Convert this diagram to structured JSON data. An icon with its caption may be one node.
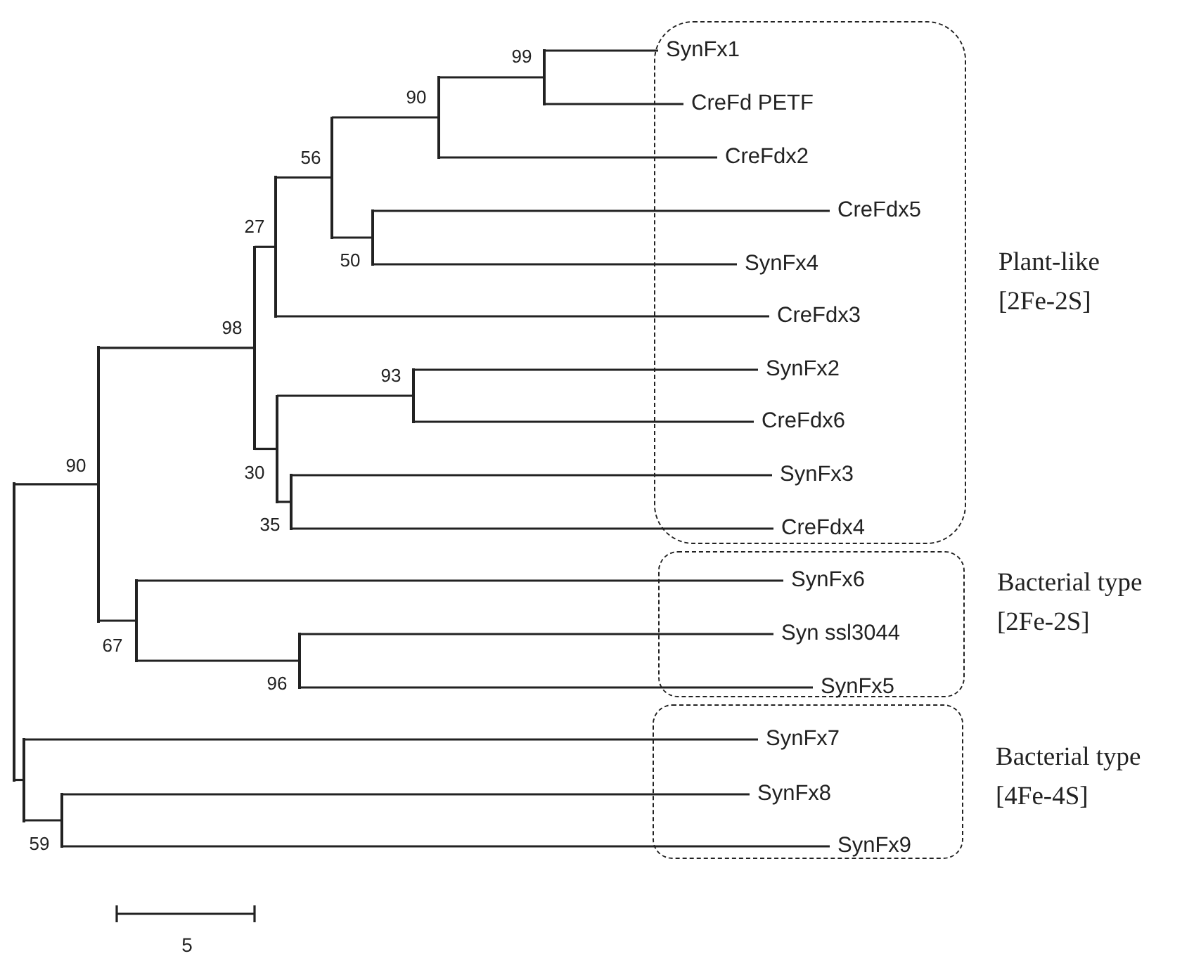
{
  "diagram": {
    "nodes": [
      {
        "text": [],
        "shape": "bar"
      },
      {
        "text": [],
        "shape": "bar",
        "beside": [
          "90"
        ]
      },
      {
        "text": [],
        "shape": "bar",
        "beside": [
          "98"
        ]
      },
      {
        "text": [],
        "shape": "bar",
        "beside": [
          "27"
        ]
      },
      {
        "text": [],
        "shape": "bar",
        "beside": [
          "56"
        ]
      },
      {
        "text": [],
        "shape": "bar",
        "beside": [
          "90"
        ]
      },
      {
        "text": [],
        "shape": "bar",
        "beside": [
          "99"
        ]
      },
      {
        "text": [],
        "shape": "bar",
        "beside": [
          "50"
        ]
      },
      {
        "text": [],
        "shape": "bar",
        "beside": [
          "30"
        ]
      },
      {
        "text": [],
        "shape": "bar",
        "beside": [
          "93"
        ]
      },
      {
        "text": [],
        "shape": "bar",
        "beside": [
          "35"
        ]
      },
      {
        "text": [],
        "shape": "bar",
        "beside": [
          "67"
        ]
      },
      {
        "text": [],
        "shape": "bar",
        "beside": [
          "96"
        ]
      },
      {
        "text": [],
        "shape": "bar"
      },
      {
        "text": [],
        "shape": "bar",
        "beside": [
          "59"
        ]
      },
      {
        "text": [
          "Plant-like [2Fe-2S]"
        ]
      },
      {
        "text": [
          "SynFx1"
        ],
        "in": 15
      },
      {
        "text": [
          "CreFd PETF"
        ],
        "in": 15
      },
      {
        "text": [
          "CreFdx2"
        ],
        "in": 15
      },
      {
        "text": [
          "CreFdx5"
        ],
        "in": 15
      },
      {
        "text": [
          "SynFx4"
        ],
        "in": 15
      },
      {
        "text": [
          "CreFdx3"
        ],
        "in": 15
      },
      {
        "text": [
          "SynFx2"
        ],
        "in": 15
      },
      {
        "text": [
          "CreFdx6"
        ],
        "in": 15
      },
      {
        "text": [
          "SynFx3"
        ],
        "in": 15
      },
      {
        "text": [
          "CreFdx4"
        ],
        "in": 15
      },
      {
        "text": [
          "Bacterial type [2Fe-2S]"
        ]
      },
      {
        "text": [
          "SynFx6"
        ],
        "in": 26
      },
      {
        "text": [
          "Syn ssl3044"
        ],
        "in": 26
      },
      {
        "text": [
          "SynFx5"
        ],
        "in": 26
      },
      {
        "text": [
          "Bacterial type [4Fe-4S]"
        ]
      },
      {
        "text": [
          "SynFx7"
        ],
        "in": 30
      },
      {
        "text": [
          "SynFx8"
        ],
        "in": 30
      },
      {
        "text": [
          "SynFx9"
        ],
        "in": 30
      }
    ],
    "edges": [
      {
        "from": 0,
        "to": 1,
        "arrow": "none"
      },
      {
        "from": 0,
        "to": 13,
        "arrow": "none"
      },
      {
        "from": 1,
        "to": 2,
        "arrow": "none"
      },
      {
        "from": 1,
        "to": 11,
        "arrow": "none"
      },
      {
        "from": 2,
        "to": 3,
        "arrow": "none"
      },
      {
        "from": 2,
        "to": 8,
        "arrow": "none"
      },
      {
        "from": 3,
        "to": 4,
        "arrow": "none"
      },
      {
        "from": 3,
        "to": 21,
        "arrow": "none"
      },
      {
        "from": 4,
        "to": 5,
        "arrow": "none"
      },
      {
        "from": 4,
        "to": 7,
        "arrow": "none"
      },
      {
        "from": 5,
        "to": 6,
        "arrow": "none"
      },
      {
        "from": 5,
        "to": 18,
        "arrow": "none"
      },
      {
        "from": 6,
        "to": 16,
        "arrow": "none"
      },
      {
        "from": 6,
        "to": 17,
        "arrow": "none"
      },
      {
        "from": 7,
        "to": 19,
        "arrow": "none"
      },
      {
        "from": 7,
        "to": 20,
        "arrow": "none"
      },
      {
        "from": 8,
        "to": 9,
        "arrow": "none"
      },
      {
        "from": 8,
        "to": 10,
        "arrow": "none"
      },
      {
        "from": 9,
        "to": 22,
        "arrow": "none"
      },
      {
        "from": 9,
        "to": 23,
        "arrow": "none"
      },
      {
        "from": 10,
        "to": 24,
        "arrow": "none"
      },
      {
        "from": 10,
        "to": 25,
        "arrow": "none"
      },
      {
        "from": 11,
        "to": 27,
        "arrow": "none"
      },
      {
        "from": 11,
        "to": 12,
        "arrow": "none"
      },
      {
        "from": 12,
        "to": 28,
        "arrow": "none"
      },
      {
        "from": 12,
        "to": 29,
        "arrow": "none"
      },
      {
        "from": 13,
        "to": 31,
        "arrow": "none"
      },
      {
        "from": 13,
        "to": 14,
        "arrow": "none"
      },
      {
        "from": 14,
        "to": 32,
        "arrow": "none"
      },
      {
        "from": 14,
        "to": 33,
        "arrow": "none"
      }
    ],
    "labels": [
      "5"
    ]
  }
}
